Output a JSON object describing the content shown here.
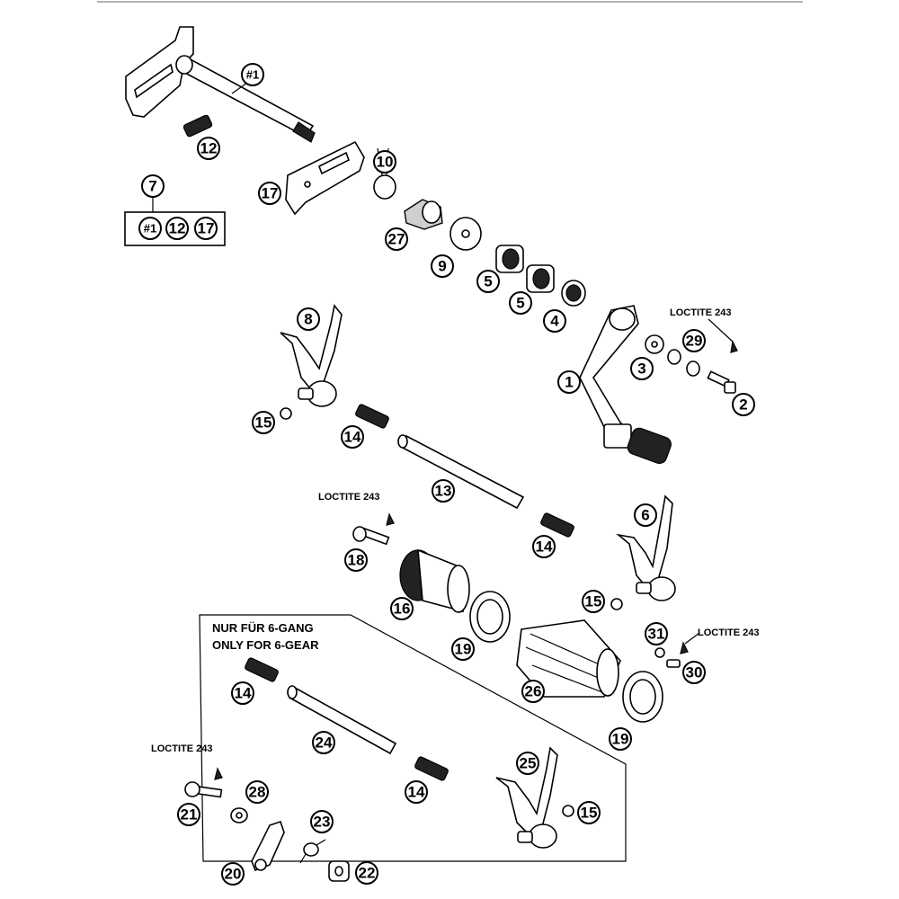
{
  "labels": {
    "hash1": "#1",
    "hash1_kit": "#1",
    "n1": "1",
    "n2": "2",
    "n3": "3",
    "n4": "4",
    "n5a": "5",
    "n5b": "5",
    "n6": "6",
    "n7": "7",
    "n8": "8",
    "n9": "9",
    "n10": "10",
    "n12": "12",
    "n12_kit": "12",
    "n13": "13",
    "n14a": "14",
    "n14b": "14",
    "n14c": "14",
    "n14d": "14",
    "n15a": "15",
    "n15b": "15",
    "n15c": "15",
    "n16": "16",
    "n17": "17",
    "n17_kit": "17",
    "n18": "18",
    "n19a": "19",
    "n19b": "19",
    "n20": "20",
    "n21": "21",
    "n22": "22",
    "n23": "23",
    "n24": "24",
    "n25": "25",
    "n26": "26",
    "n27": "27",
    "n28": "28",
    "n29": "29",
    "n30": "30",
    "n31": "31"
  },
  "notes": {
    "loctite_a": "LOCTITE 243",
    "loctite_b": "LOCTITE 243",
    "loctite_c": "LOCTITE 243",
    "loctite_d": "LOCTITE 243",
    "six_gear_de": "NUR FÜR 6-GANG",
    "six_gear_en": "ONLY FOR 6-GEAR"
  }
}
